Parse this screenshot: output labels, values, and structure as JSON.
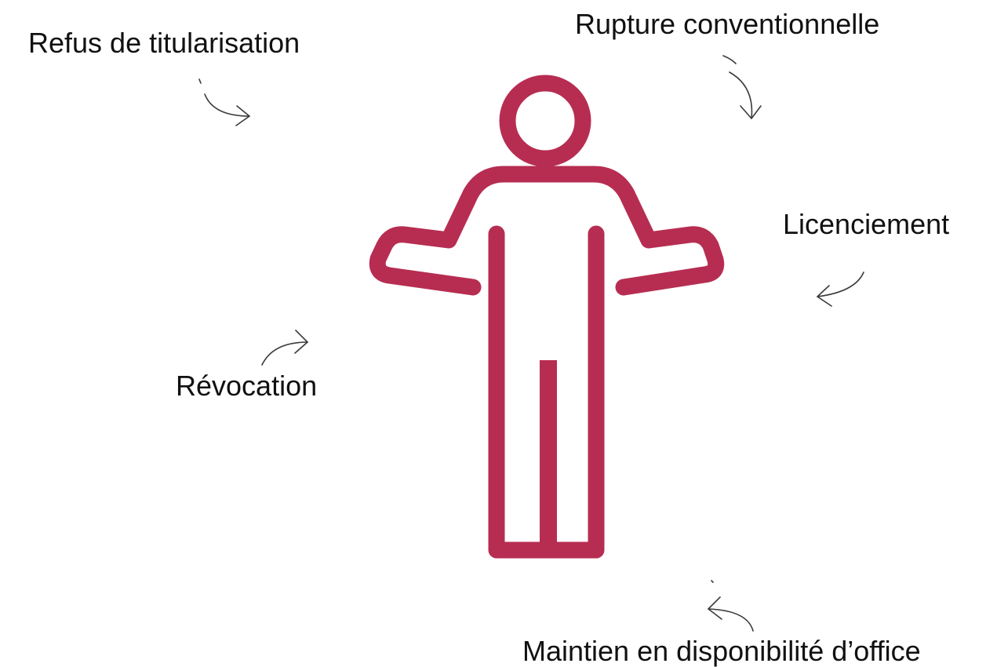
{
  "colors": {
    "figure": "#b72d52",
    "arrow": "#3a3a3a",
    "text": "#111111",
    "background": "#ffffff"
  },
  "figure": {
    "icon": "person-shrugging-icon"
  },
  "labels": {
    "refus": "Refus de titularisation",
    "rupture": "Rupture conventionnelle",
    "licenciement": "Licenciement",
    "revocation": "Révocation",
    "maintien": "Maintien en disponibilité d’office"
  },
  "arrows": {
    "icon": "curved-arrow-icon"
  }
}
